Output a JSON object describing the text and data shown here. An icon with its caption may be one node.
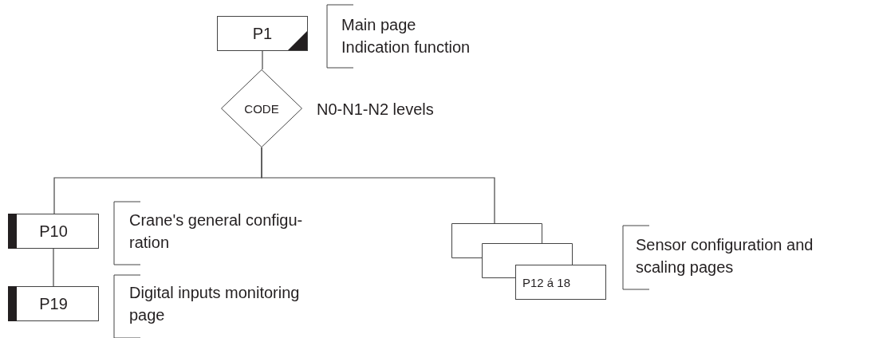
{
  "diagram": {
    "nodes": [
      {
        "text": [
          "P1"
        ],
        "beside": [
          "Main page",
          "Indication function"
        ]
      },
      {
        "text": [
          "CODE"
        ],
        "beside": [
          "N0-N1-N2 levels"
        ]
      },
      {
        "text": [
          "P10"
        ],
        "beside": [
          "Crane's general configu-ration"
        ]
      },
      {
        "text": [
          "P19"
        ],
        "beside": [
          "Digital inputs monitoring page"
        ]
      },
      {
        "text": [],
        "shape": "box"
      },
      {
        "text": [],
        "shape": "box"
      },
      {
        "text": [
          "P12 á 18"
        ],
        "beside": [
          "Sensor configuration and scaling pages"
        ]
      }
    ],
    "edges": [
      {
        "from": 0,
        "to": 1,
        "arrow": "none"
      },
      {
        "from": 1,
        "to": 2,
        "arrow": "none"
      },
      {
        "from": 1,
        "to": 4,
        "arrow": "none"
      },
      {
        "from": 2,
        "to": 3,
        "arrow": "none"
      }
    ]
  }
}
